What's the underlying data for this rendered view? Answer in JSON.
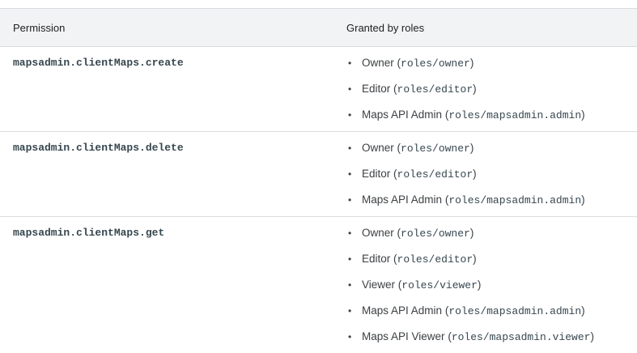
{
  "table": {
    "headers": {
      "permission": "Permission",
      "granted": "Granted by roles"
    },
    "rows": [
      {
        "permission": "mapsadmin.clientMaps.create",
        "roles": [
          {
            "name": "Owner",
            "code": "roles/owner"
          },
          {
            "name": "Editor",
            "code": "roles/editor"
          },
          {
            "name": "Maps API Admin",
            "code": "roles/mapsadmin.admin"
          }
        ]
      },
      {
        "permission": "mapsadmin.clientMaps.delete",
        "roles": [
          {
            "name": "Owner",
            "code": "roles/owner"
          },
          {
            "name": "Editor",
            "code": "roles/editor"
          },
          {
            "name": "Maps API Admin",
            "code": "roles/mapsadmin.admin"
          }
        ]
      },
      {
        "permission": "mapsadmin.clientMaps.get",
        "roles": [
          {
            "name": "Owner",
            "code": "roles/owner"
          },
          {
            "name": "Editor",
            "code": "roles/editor"
          },
          {
            "name": "Viewer",
            "code": "roles/viewer"
          },
          {
            "name": "Maps API Admin",
            "code": "roles/mapsadmin.admin"
          },
          {
            "name": "Maps API Viewer",
            "code": "roles/mapsadmin.viewer"
          }
        ]
      }
    ],
    "bullet_glyph": "•"
  }
}
